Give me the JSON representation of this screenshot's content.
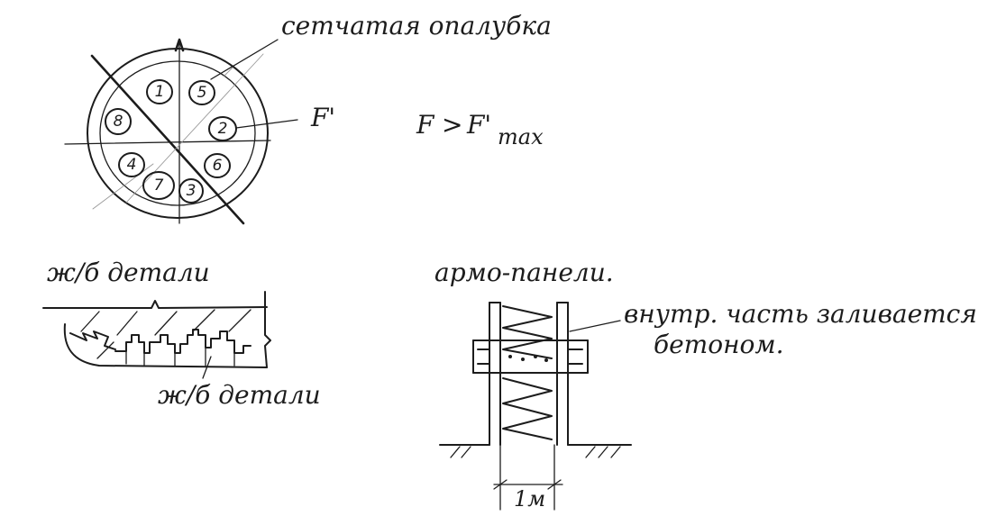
{
  "labels": {
    "mesh_formwork": "сетчатая опалубка",
    "force_f": "F'",
    "inequality_lhs": "F",
    "inequality_op": ">",
    "inequality_rhs": "F'",
    "inequality_sub": "max",
    "rc_parts_heading": "ж/б детали",
    "rc_parts_label": "ж/б детали",
    "armo_panels_heading": "армо-панели.",
    "inner_part_line1": "внутр. часть заливается",
    "inner_part_line2": "бетоном.",
    "dimension": "1м"
  },
  "circle_numbers": [
    "1",
    "5",
    "2",
    "6",
    "3",
    "7",
    "4",
    "8"
  ]
}
